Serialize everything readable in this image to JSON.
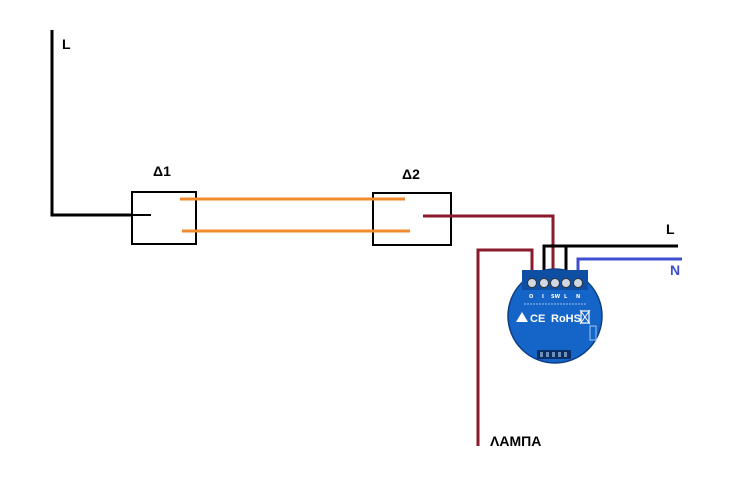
{
  "labels": {
    "line_top": "L",
    "switch1": "Δ1",
    "switch2": "Δ2",
    "line_right": "L",
    "neutral_right": "N",
    "lamp": "ΛΑΜΠΑ"
  },
  "relay": {
    "terminals": [
      "O",
      "I",
      "SW",
      "L",
      "N"
    ],
    "ce_mark": "CE",
    "rohs_mark": "RoHS"
  },
  "colors": {
    "wire_line": "#000000",
    "wire_traveler": "#f08a2c",
    "wire_switched": "#8b1a2c",
    "wire_neutral": "#3d4fd0",
    "relay_body": "#1565c8",
    "relay_dark": "#0d3f86",
    "switch_box": "#000000"
  }
}
